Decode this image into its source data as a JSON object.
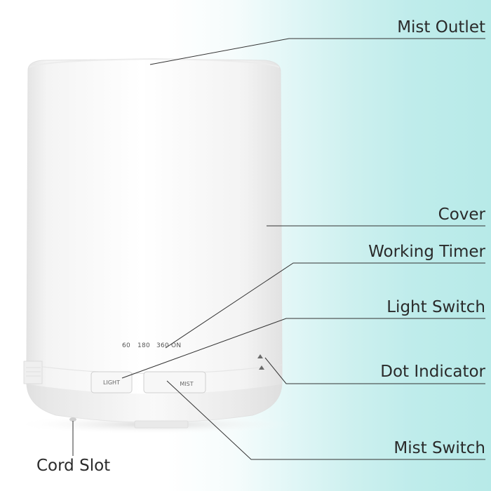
{
  "labels": {
    "mist_outlet": "Mist Outlet",
    "cover": "Cover",
    "working_timer": "Working Timer",
    "light_switch": "Light Switch",
    "dot_indicator": "Dot Indicator",
    "mist_switch": "Mist Switch",
    "cord_slot": "Cord Slot"
  },
  "device_panel": {
    "timer_60": "60",
    "timer_180": "180",
    "timer_360": "360",
    "timer_on": "ON",
    "light_button": "LIGHT",
    "mist_button": "MIST"
  },
  "colors": {
    "background_left": "#ffffff",
    "background_right": "#b7eae8",
    "device_body": "#f2f2f2",
    "callout_line": "#333333"
  }
}
